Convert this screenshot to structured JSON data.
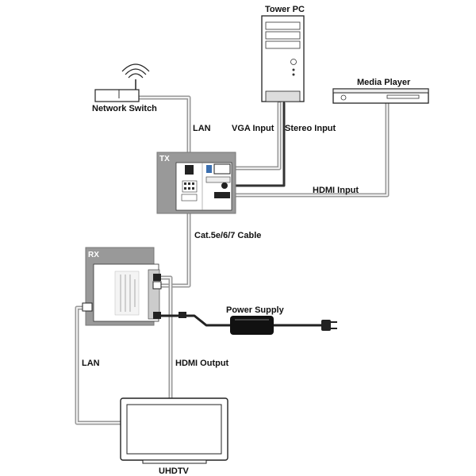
{
  "labels": {
    "tower_pc": "Tower PC",
    "media_player": "Media Player",
    "network_switch": "Network Switch",
    "lan_top": "LAN",
    "vga_input": "VGA Input",
    "stereo_input": "Stereo Input",
    "hdmi_input": "HDMI Input",
    "tx": "TX",
    "cable": "Cat.5e/6/7 Cable",
    "rx": "RX",
    "power_supply": "Power Supply",
    "lan_bottom": "LAN",
    "hdmi_output": "HDMI Output",
    "uhdtv": "UHDTV"
  }
}
